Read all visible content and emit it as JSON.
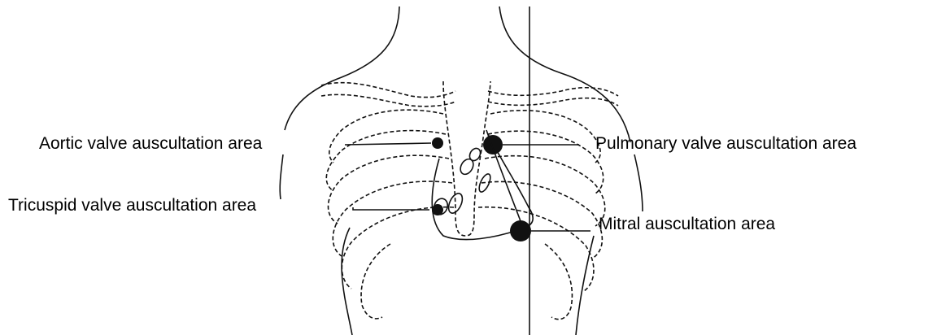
{
  "labels": {
    "aortic": "Aortic valve auscultation area",
    "pulmonary": "Pulmonary valve auscultation area",
    "tricuspid": "Tricuspid valve auscultation area",
    "mitral": "Mitral auscultation area"
  }
}
